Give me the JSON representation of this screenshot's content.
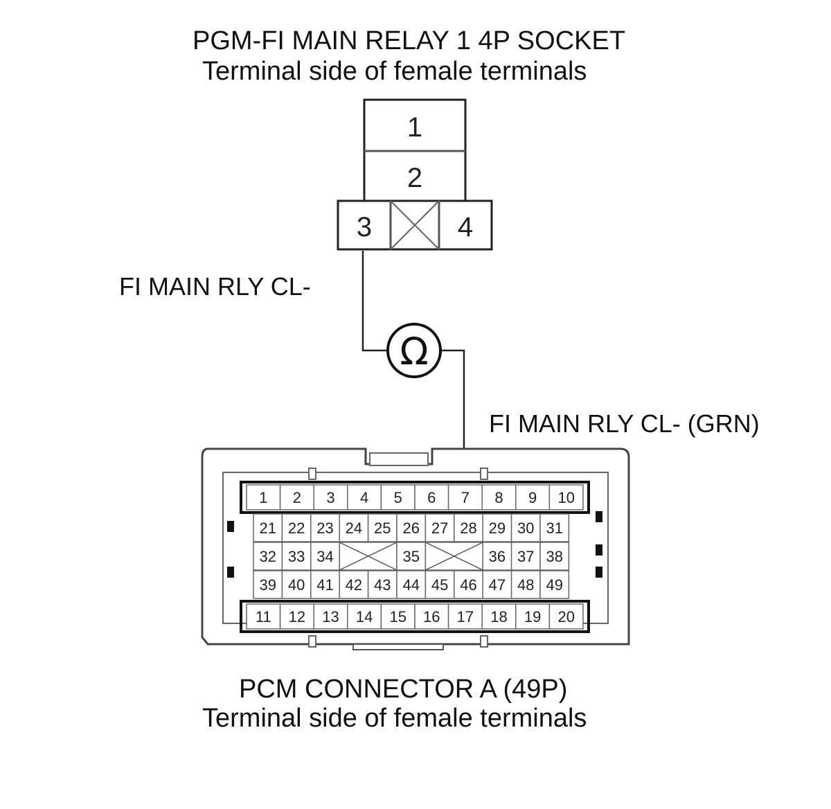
{
  "relay": {
    "title": "PGM-FI MAIN RELAY 1 4P SOCKET",
    "subtitle": "Terminal side of female terminals",
    "terminals": [
      "1",
      "2",
      "3",
      "4"
    ]
  },
  "wire_labels": {
    "relay_side": "FI MAIN RLY CL-",
    "pcm_side": "FI MAIN RLY CL- (GRN)"
  },
  "meter": {
    "symbol": "Ω"
  },
  "pcm": {
    "title": "PCM CONNECTOR A (49P)",
    "subtitle": "Terminal side of female terminals",
    "row_top": [
      "1",
      "2",
      "3",
      "4",
      "5",
      "6",
      "7",
      "8",
      "9",
      "10"
    ],
    "row_a": [
      "21",
      "22",
      "23",
      "24",
      "25",
      "26",
      "27",
      "28",
      "29",
      "30",
      "31"
    ],
    "row_b": [
      "32",
      "33",
      "34",
      "",
      "35",
      "",
      "36",
      "37",
      "38"
    ],
    "row_c": [
      "39",
      "40",
      "41",
      "42",
      "43",
      "44",
      "45",
      "46",
      "47",
      "48",
      "49"
    ],
    "row_bottom": [
      "11",
      "12",
      "13",
      "14",
      "15",
      "16",
      "17",
      "18",
      "19",
      "20"
    ],
    "probed_pin": "7"
  }
}
